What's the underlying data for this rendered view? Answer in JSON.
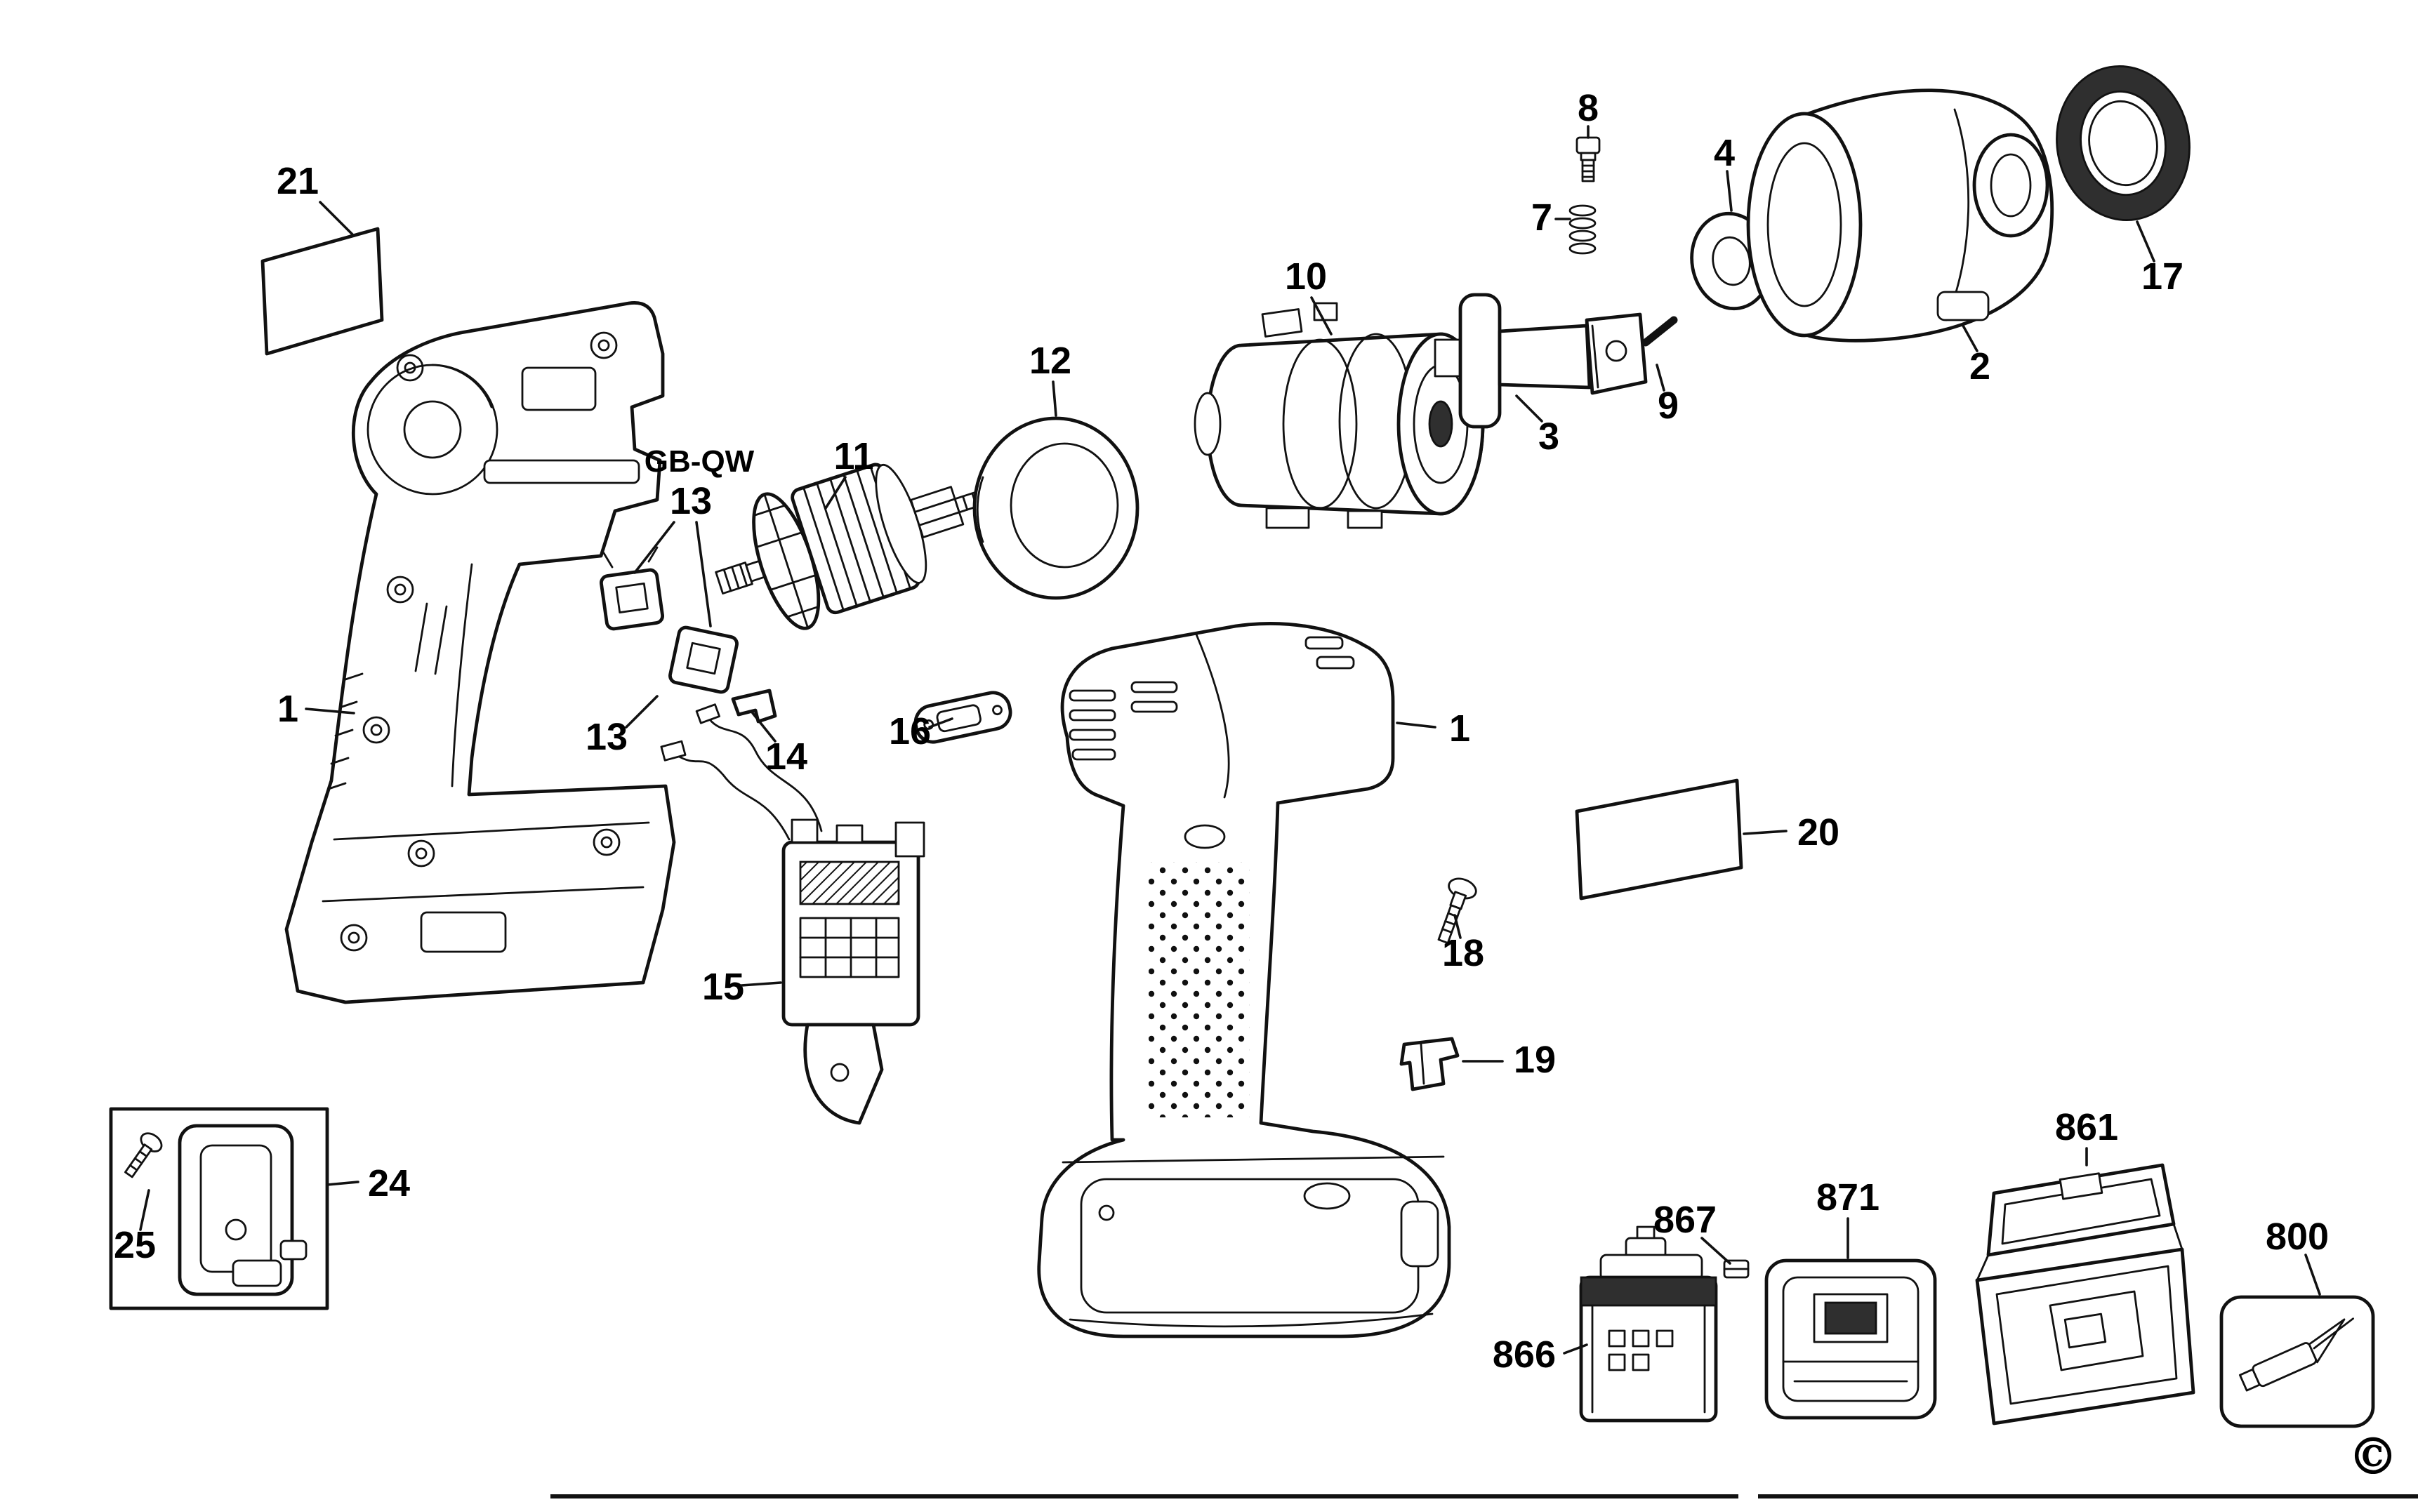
{
  "colors": {
    "line": "#111111",
    "background": "#ffffff",
    "dark_fill": "#2f2f2f"
  },
  "labels": {
    "p1": "1",
    "p2": "2",
    "p3": "3",
    "p4": "4",
    "p7": "7",
    "p8": "8",
    "p9": "9",
    "p10": "10",
    "p11": "11",
    "p12": "12",
    "p13": "13",
    "p14": "14",
    "p15": "15",
    "p16": "16",
    "p17": "17",
    "p18": "18",
    "p19": "19",
    "p20": "20",
    "p21": "21",
    "p24": "24",
    "p25": "25",
    "p800": "800",
    "p861": "861",
    "p866": "866",
    "p867": "867",
    "p871": "871",
    "gb_qw": "GB-QW",
    "copyright": "©"
  }
}
